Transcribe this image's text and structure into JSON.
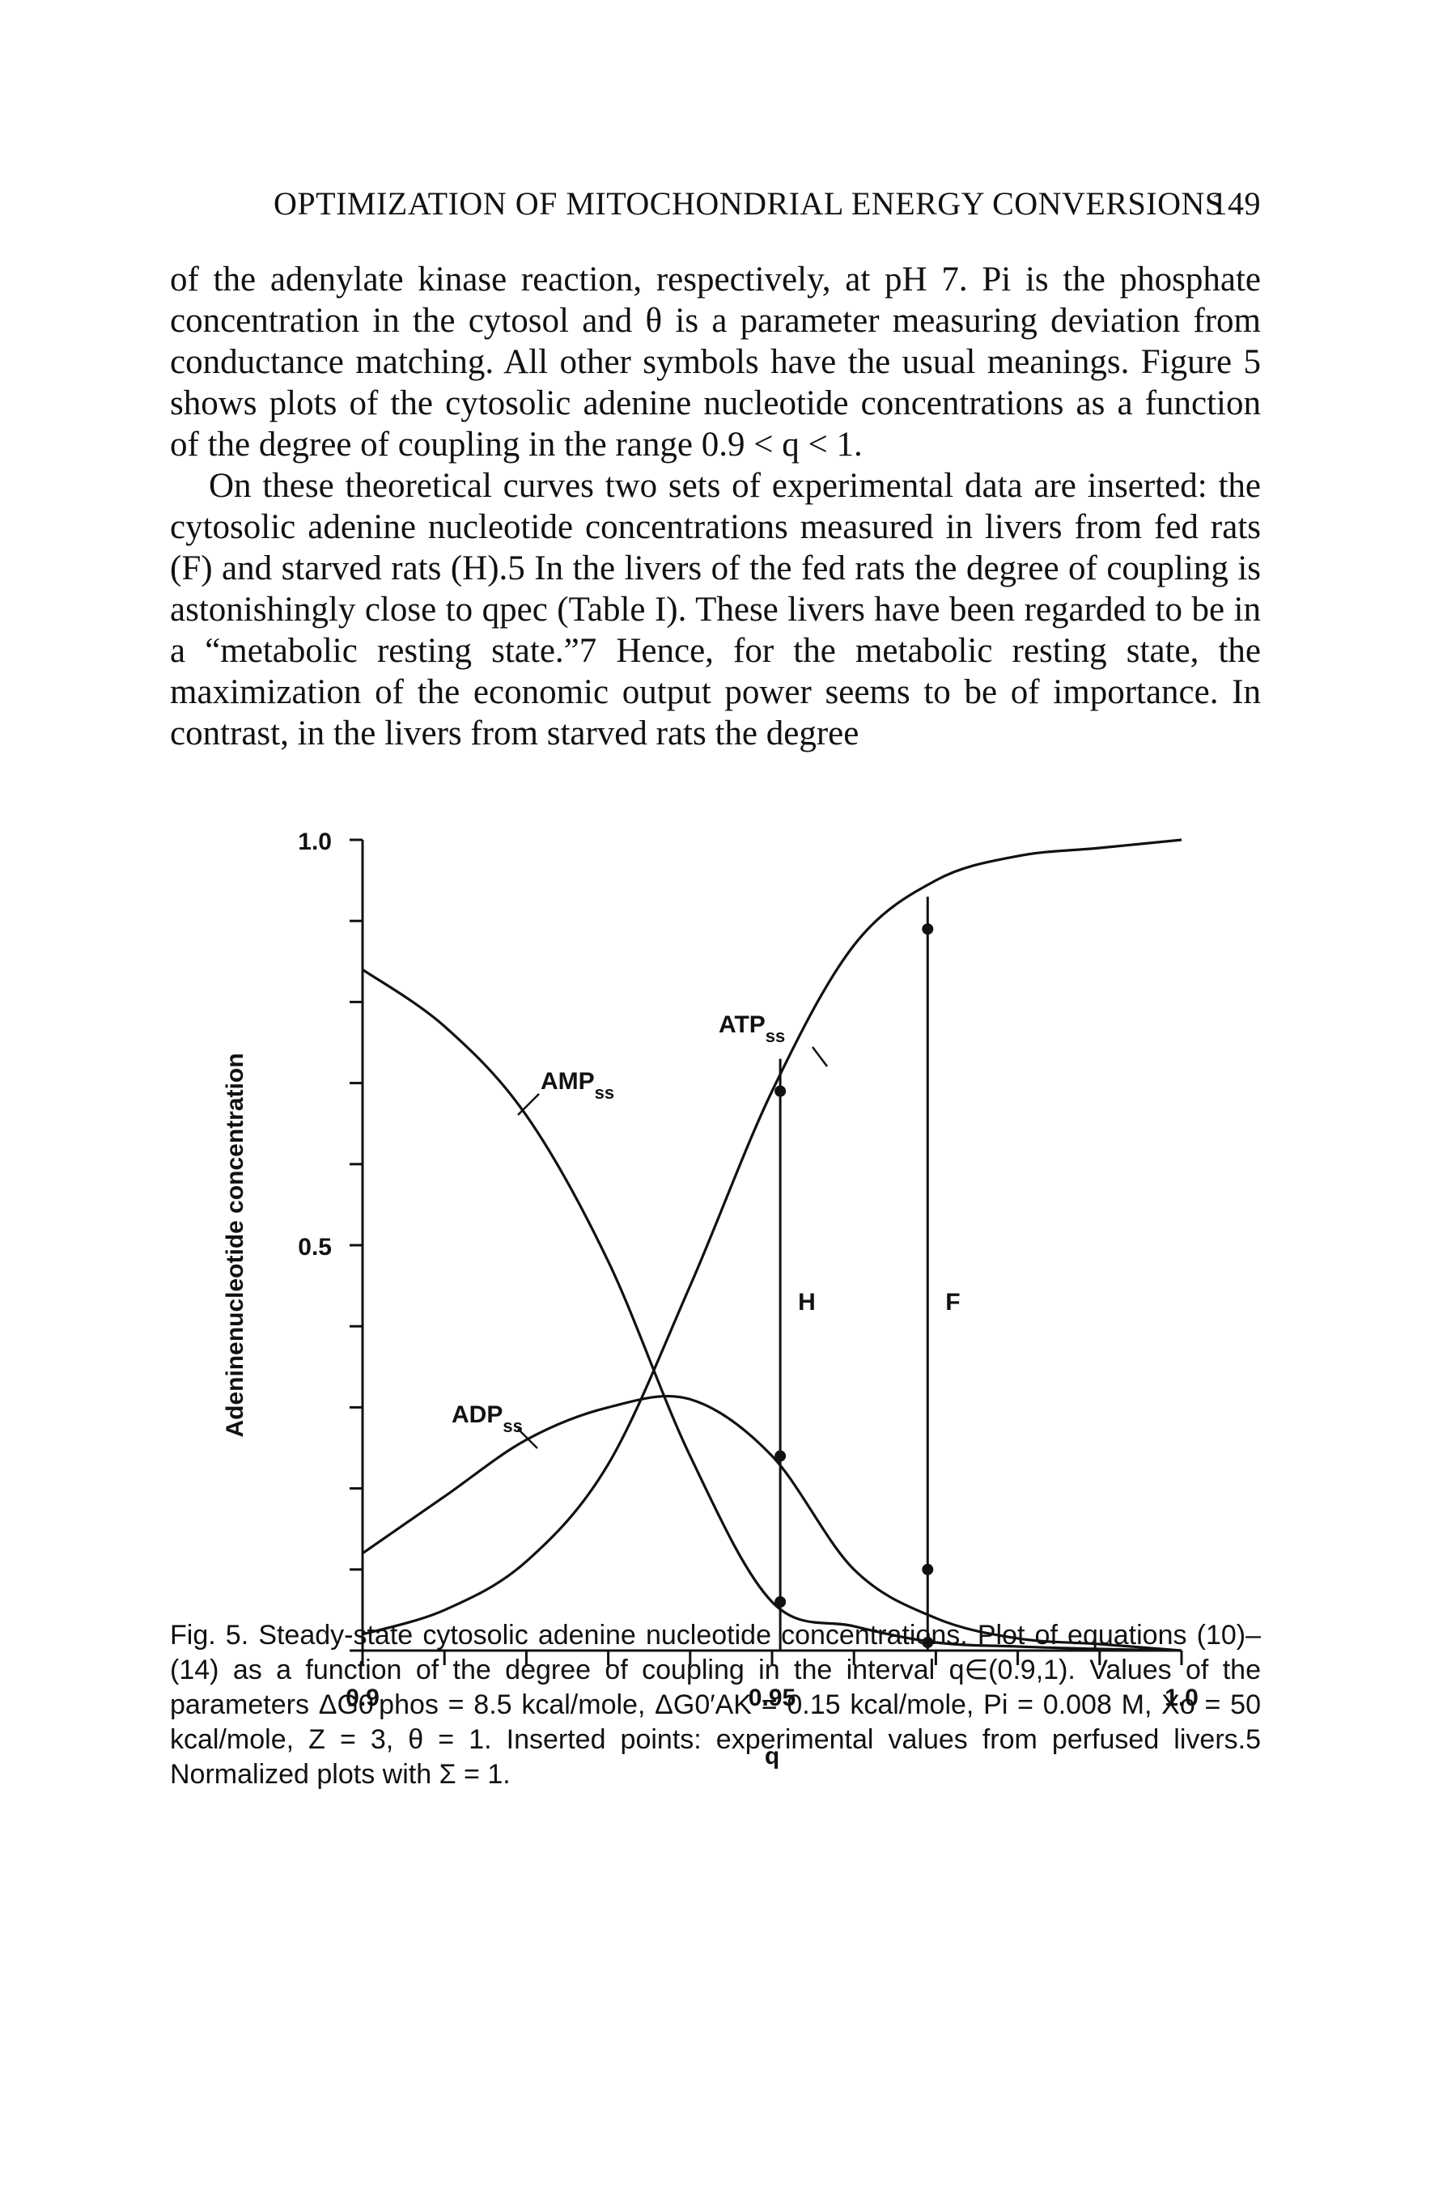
{
  "header": {
    "title": "OPTIMIZATION OF MITOCHONDRIAL ENERGY CONVERSIONS",
    "page_number": "149"
  },
  "body": {
    "paragraphs": [
      "of the adenylate kinase reaction, respectively, at pH 7. Pi is the phosphate concentration in the cytosol and θ is a parameter measuring deviation from conductance matching. All other symbols have the usual meanings. Figure 5 shows plots of the cytosolic adenine nucleotide concentrations as a function of the degree of coupling in the range 0.9 < q < 1.",
      "On these theoretical curves two sets of experimental data are inserted: the cytosolic adenine nucleotide concentrations measured in livers from fed rats (F) and starved rats (H).5 In the livers of the fed rats the degree of coupling is astonishingly close to qpec (Table I). These livers have been regarded to be in a “metabolic resting state.”7 Hence, for the metabolic resting state, the maximization of the economic output power seems to be of importance. In contrast, in the livers from starved rats the degree"
    ]
  },
  "chart_data": {
    "type": "line",
    "xlabel": "q",
    "ylabel": "Adeninenucleotide concentration",
    "xlim": [
      0.9,
      1.0
    ],
    "ylim": [
      0.0,
      1.0
    ],
    "x_tick_labels": [
      "0.9",
      "0.95",
      "1.0"
    ],
    "y_tick_labels": [
      "0.5",
      "1.0"
    ],
    "grid": false,
    "x": [
      0.9,
      0.91,
      0.92,
      0.93,
      0.94,
      0.95,
      0.96,
      0.97,
      0.98,
      0.99,
      1.0
    ],
    "series": [
      {
        "name": "ATPss",
        "values": [
          0.02,
          0.05,
          0.11,
          0.23,
          0.45,
          0.69,
          0.87,
          0.95,
          0.98,
          0.99,
          1.0
        ]
      },
      {
        "name": "AMPss",
        "values": [
          0.84,
          0.77,
          0.66,
          0.48,
          0.24,
          0.06,
          0.03,
          0.01,
          0.005,
          0.002,
          0.0
        ]
      },
      {
        "name": "ADPss",
        "values": [
          0.12,
          0.19,
          0.26,
          0.3,
          0.31,
          0.24,
          0.1,
          0.04,
          0.015,
          0.008,
          0.0
        ]
      }
    ],
    "series_labels": {
      "ATPss": "ATP",
      "AMPss": "AMP",
      "ADPss": "ADP",
      "subscript": "ss"
    },
    "experimental_points": [
      {
        "label": "H",
        "q": 0.951,
        "ATPss": 0.69,
        "ADPss": 0.24,
        "AMPss": 0.06
      },
      {
        "label": "F",
        "q": 0.969,
        "ATPss": 0.89,
        "ADPss": 0.1,
        "AMPss": 0.01
      }
    ],
    "colors": {
      "line": "#111111",
      "background": "#ffffff"
    }
  },
  "caption": {
    "label": "Fig. 5.",
    "text": "Steady-state cytosolic adenine nucleotide concentrations. Plot of equations (10)–(14) as a function of the degree of coupling in the interval q∈(0.9,1). Values of the parameters ΔG0′phos = 8.5 kcal/mole, ΔG0′AK = 0.15 kcal/mole, Pi = 0.008 M, Xo = 50 kcal/mole, Z = 3, θ = 1. Inserted points: experimental values from perfused livers.5 Normalized plots with Σ = 1."
  }
}
